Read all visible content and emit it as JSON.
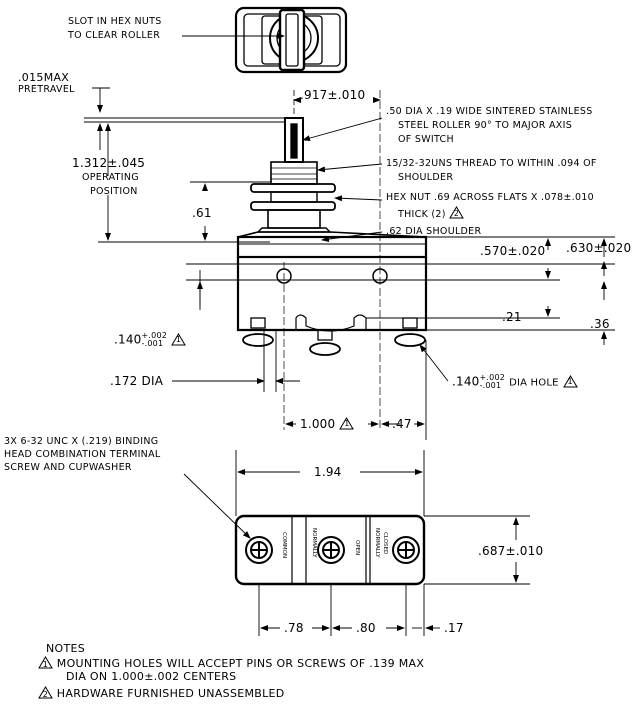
{
  "labels": {
    "slot_note_1": "SLOT IN HEX NUTS",
    "slot_note_2": "TO CLEAR ROLLER",
    "pretravel_value": ".015MAX",
    "pretravel_label": "PRETRAVEL",
    "op_position_value": "1.312±.045",
    "op_position_label_1": "OPERATING",
    "op_position_label_2": "POSITION",
    "height_61": ".61",
    "offset_917": ".917±.010",
    "roller_1": ".50 DIA X .19 WIDE SINTERED STAINLESS",
    "roller_2": "STEEL ROLLER 90° TO MAJOR AXIS",
    "roller_3": "OF SWITCH",
    "thread_1": "15/32-32UNS THREAD TO WITHIN .094 OF",
    "thread_2": "SHOULDER",
    "hexnut_1": "HEX NUT .69 ACROSS FLATS X .078±.010",
    "hexnut_2": "THICK (2)",
    "shoulder": ".62 DIA SHOULDER",
    "dim_570": ".570±.020",
    "dim_630": ".630±.020",
    "dim_21": ".21",
    "dim_36": ".36",
    "hole_left_base": ".140",
    "hole_tol_plus": "+.002",
    "hole_tol_minus": "-.001",
    "hole_right_suffix": "DIA HOLE",
    "dia_172": ".172 DIA",
    "dim_1000": "1.000",
    "dim_47": ".47",
    "screw_1": "3X 6-32 UNC X (.219) BINDING",
    "screw_2": "HEAD  COMBINATION TERMINAL",
    "screw_3": "SCREW AND CUPWASHER",
    "dim_194": "1.94",
    "dim_687": ".687±.010",
    "dim_78": ".78",
    "dim_80": ".80",
    "dim_17": ".17",
    "flag_1": "1",
    "flag_2": "2"
  },
  "terminals": {
    "common": "COMMON",
    "no_1": "NORMALLY",
    "no_2": "OPEN",
    "nc_1": "NORMALLY",
    "nc_2": "CLOSED"
  },
  "notes": {
    "heading": "NOTES",
    "note1_line1": "MOUNTING HOLES WILL ACCEPT PINS OR SCREWS OF .139 MAX",
    "note1_line2": "DIA ON 1.000±.002 CENTERS",
    "note2": "HARDWARE FURNISHED UNASSEMBLED"
  }
}
